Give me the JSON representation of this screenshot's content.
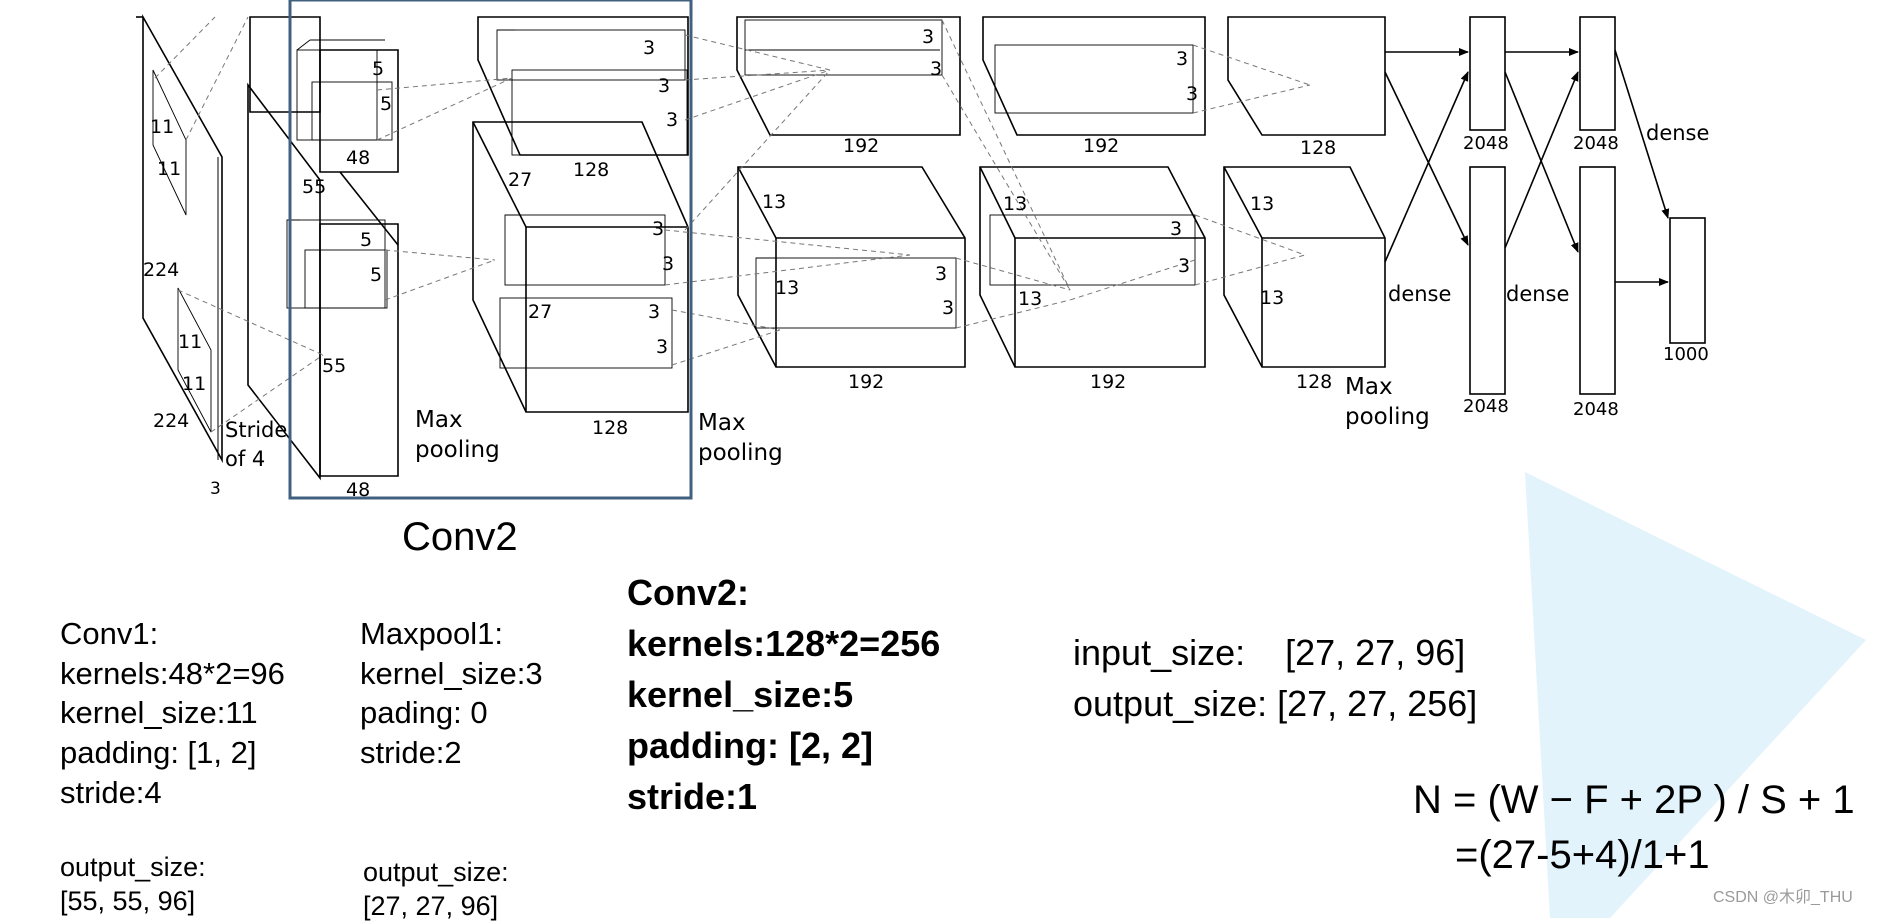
{
  "highlight_label": "Conv2",
  "highlight_color": "#41607f",
  "decor_triangle_color": "#e3f3fb",
  "net_labels": {
    "input": {
      "side_a": "224",
      "side_b": "224",
      "depth": "3",
      "kernel_h": "11",
      "kernel_w": "11",
      "kernel2_h": "11",
      "kernel2_w": "11",
      "stride_note": [
        "Stride",
        "of 4"
      ]
    },
    "conv1": {
      "top_depth": "48",
      "bottom_depth": "48",
      "side": "55",
      "inner": "55",
      "k_top_a": "5",
      "k_top_b": "5",
      "k_bot_a": "5",
      "k_bot_b": "5"
    },
    "pool1": [
      "Max",
      "pooling"
    ],
    "conv2": {
      "top_depth": "128",
      "bottom_depth": "128",
      "side": "27",
      "inner": "27",
      "k": "3"
    },
    "pool2": [
      "Max",
      "pooling"
    ],
    "conv3": {
      "top_depth": "192",
      "bottom_depth": "192",
      "side": "13",
      "inner": "13",
      "k": "3"
    },
    "conv4": {
      "top_depth": "192",
      "bottom_depth": "192",
      "side": "13",
      "inner": "13",
      "k": "3"
    },
    "conv5": {
      "top_depth": "128",
      "bottom_depth": "128",
      "side": "13",
      "inner": "13"
    },
    "pool3": [
      "Max",
      "pooling"
    ],
    "fc": {
      "top_a": "2048",
      "top_b": "2048",
      "bot_a": "2048",
      "bot_b": "2048",
      "out": "1000",
      "dense_a": "dense",
      "dense_b": "dense",
      "dense_c": "dense"
    }
  },
  "conv1_note": {
    "lines": [
      "Conv1:",
      "kernels:48*2=96",
      "kernel_size:11",
      "padding: [1, 2]",
      "stride:4"
    ],
    "output_label": "output_size:",
    "output_value": "[55, 55, 96]"
  },
  "maxpool1_note": {
    "lines": [
      "Maxpool1:",
      "kernel_size:3",
      "pading: 0",
      "stride:2"
    ],
    "output_label": "output_size:",
    "output_value": "[27, 27, 96]"
  },
  "conv2_note": {
    "lines": [
      "Conv2:",
      "kernels:128*2=256",
      "kernel_size:5",
      "padding: [2, 2]",
      "stride:1"
    ]
  },
  "io_sizes": {
    "input": "input_size:    [27, 27, 96]",
    "output": "output_size: [27, 27, 256]"
  },
  "formula": {
    "line1": "N = (W − F + 2P ) / S + 1",
    "line2": "=(27-5+4)/1+1"
  },
  "watermark": "CSDN @木卯_THU"
}
